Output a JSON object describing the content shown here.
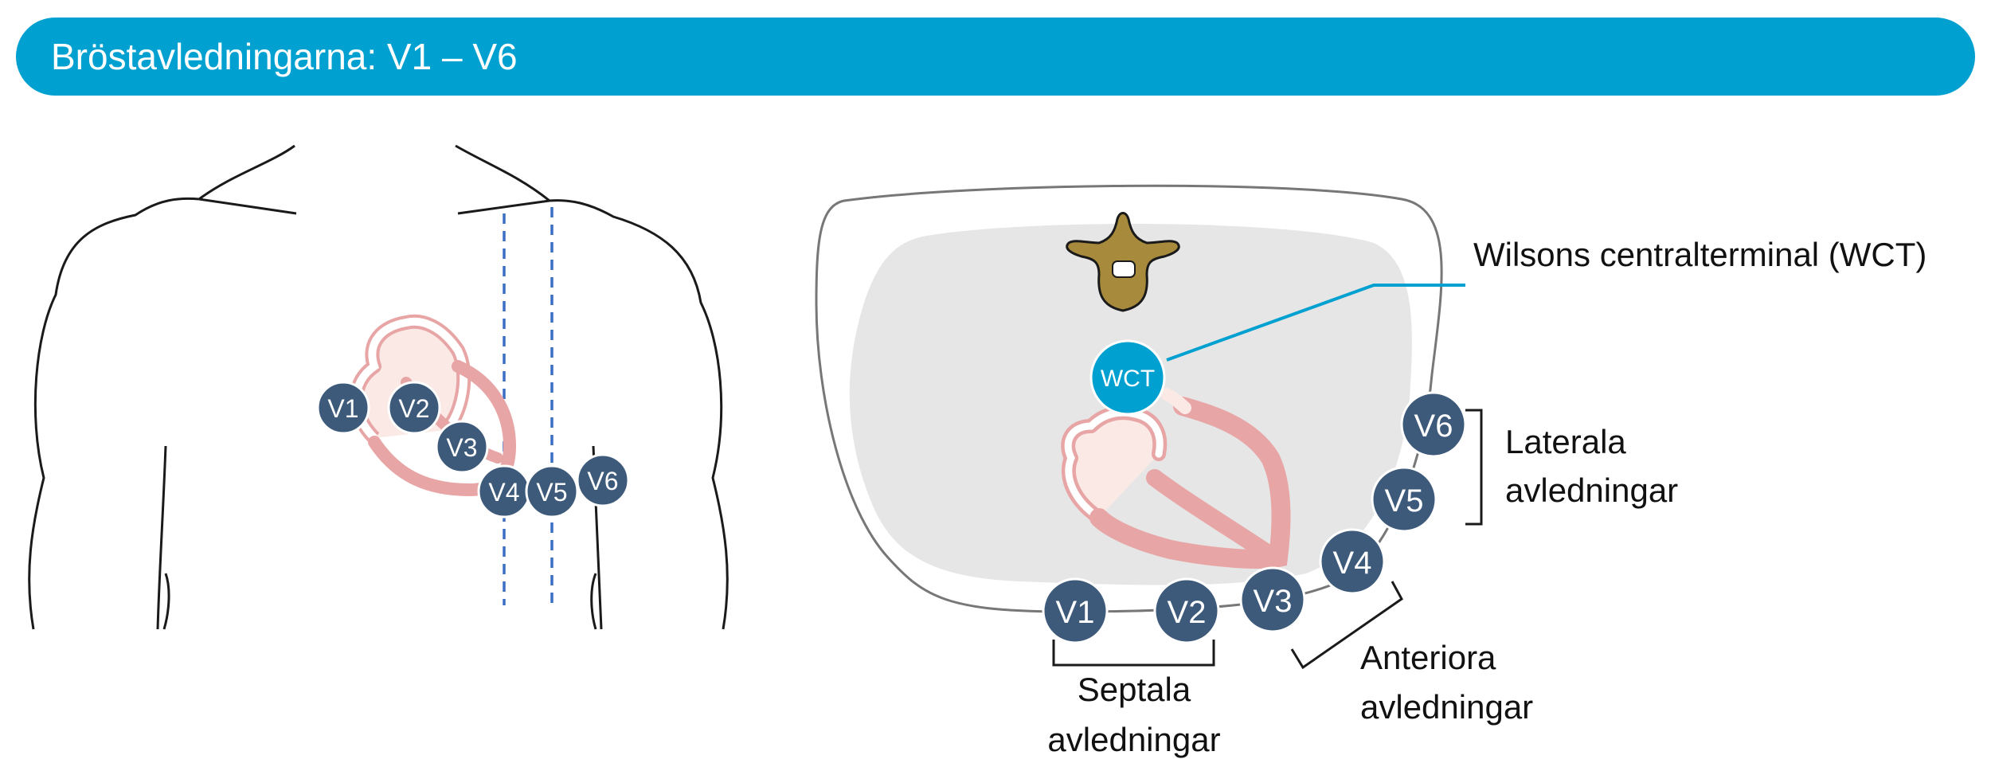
{
  "header": {
    "title": "Bröstavledningarna: V1 – V6"
  },
  "colors": {
    "accent": "#00a0d1",
    "electrode": "#3d5a7a",
    "wct": "#00a0d1",
    "heart": "#e8a5a5",
    "lung_area": "#e6e6e6",
    "guide_lines": "#3a6fc4"
  },
  "left_figure": {
    "electrodes": [
      "V1",
      "V2",
      "V3",
      "V4",
      "V5",
      "V6"
    ]
  },
  "right_figure": {
    "wct_label": "WCT",
    "electrodes": [
      "V1",
      "V2",
      "V3",
      "V4",
      "V5",
      "V6"
    ],
    "callouts": {
      "wct": "Wilsons centralterminal (WCT)",
      "lateral_line1": "Laterala",
      "lateral_line2": "avledningar",
      "anterior_line1": "Anteriora",
      "anterior_line2": "avledningar",
      "septal_line1": "Septala",
      "septal_line2": "avledningar"
    }
  }
}
